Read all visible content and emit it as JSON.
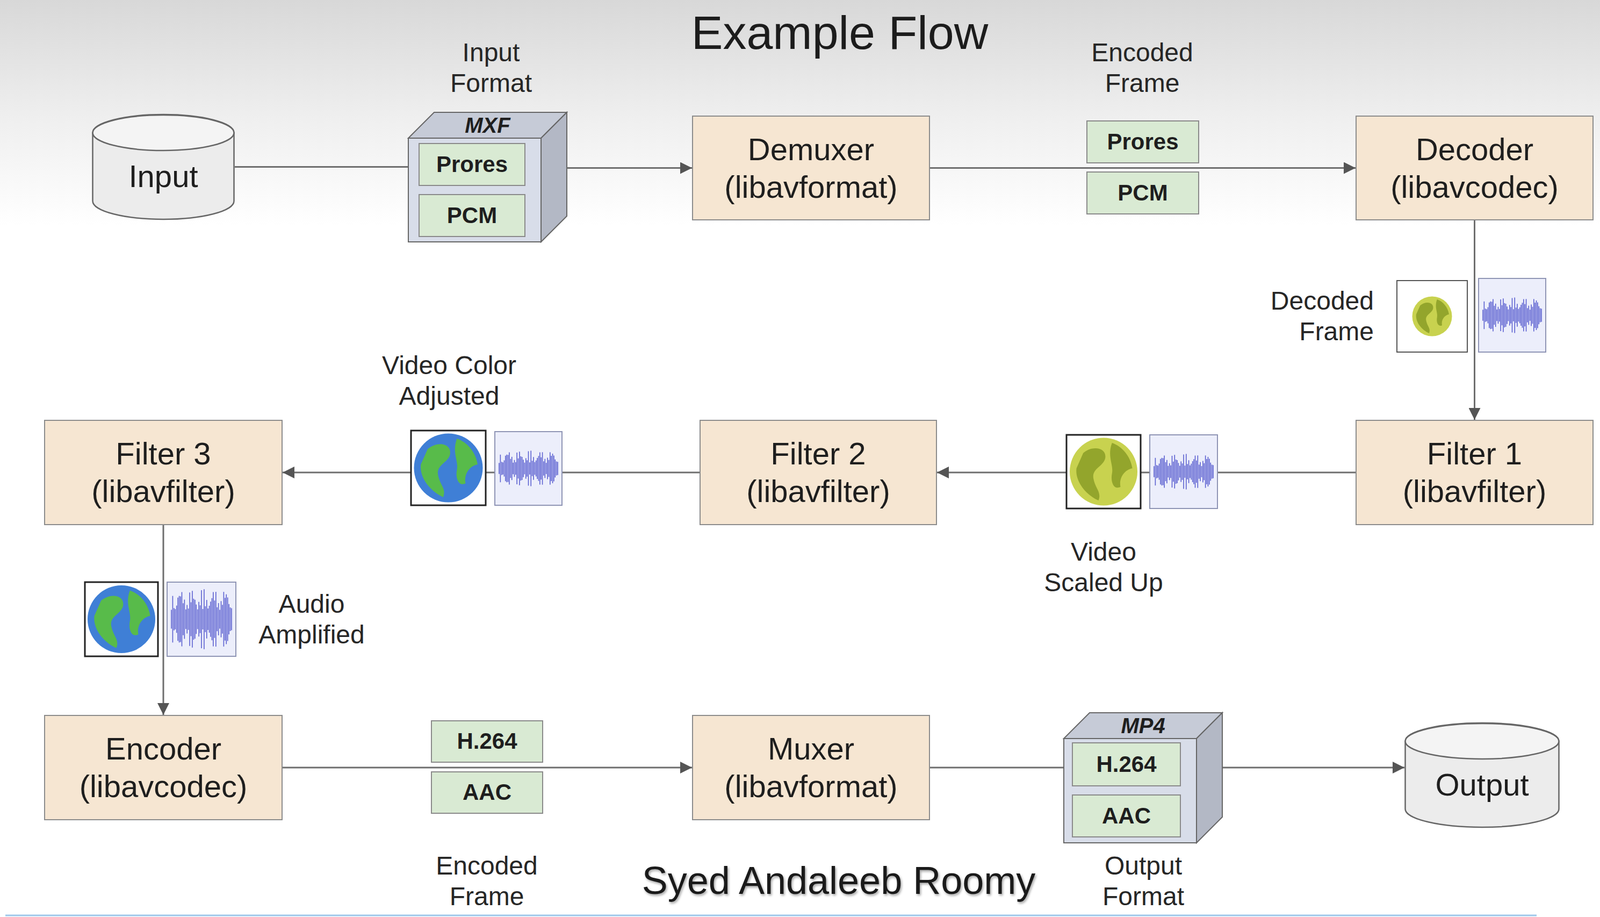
{
  "diagram": {
    "title": "Example Flow",
    "nodes": [
      {
        "text": [
          "Input"
        ]
      },
      {
        "text": [
          "MXF"
        ]
      },
      {
        "text": [
          "Prores"
        ],
        "in": 1
      },
      {
        "text": [
          "PCM"
        ],
        "in": 1
      },
      {
        "text": [
          "Demuxer (libavformat)"
        ]
      },
      {
        "text": [
          "Prores"
        ]
      },
      {
        "text": [
          "PCM"
        ]
      },
      {
        "text": [
          "Decoder (libavcodec)"
        ]
      },
      {
        "text": [
          "Filter 1 (libavfilter)"
        ]
      },
      {
        "text": [
          "Filter 2 (libavfilter)"
        ]
      },
      {
        "text": [
          "Filter 3 (libavfilter)"
        ]
      },
      {
        "text": [
          "Encoder (libavcodec)"
        ]
      },
      {
        "text": [
          "H.264"
        ]
      },
      {
        "text": [
          "AAC"
        ]
      },
      {
        "text": [
          "Muxer (libavformat)"
        ]
      },
      {
        "text": [
          "MP4"
        ]
      },
      {
        "text": [
          "H.264"
        ],
        "in": 15
      },
      {
        "text": [
          "AAC"
        ],
        "in": 15
      },
      {
        "text": [
          "Output"
        ]
      }
    ],
    "edges": [
      {
        "from": 0,
        "to": 1,
        "arrow": "none"
      },
      {
        "from": 1,
        "to": 4,
        "arrow": "to"
      },
      {
        "from": 4,
        "to": 7,
        "arrow": "to"
      },
      {
        "from": 7,
        "to": 8,
        "arrow": "to"
      },
      {
        "from": 8,
        "to": 9,
        "arrow": "to"
      },
      {
        "from": 9,
        "to": 10,
        "arrow": "to"
      },
      {
        "from": 10,
        "to": 11,
        "arrow": "to"
      },
      {
        "from": 11,
        "to": 14,
        "arrow": "to"
      },
      {
        "from": 14,
        "to": 15,
        "arrow": "none"
      },
      {
        "from": 15,
        "to": 18,
        "arrow": "to"
      }
    ],
    "labels": [
      "Input Format",
      "Encoded Frame",
      "Decoded Frame",
      "Video Scaled Up",
      "Video Color Adjusted",
      "Audio Amplified",
      "Encoded Frame",
      "Output Format",
      "Syed Andaleeb Roomy"
    ]
  }
}
